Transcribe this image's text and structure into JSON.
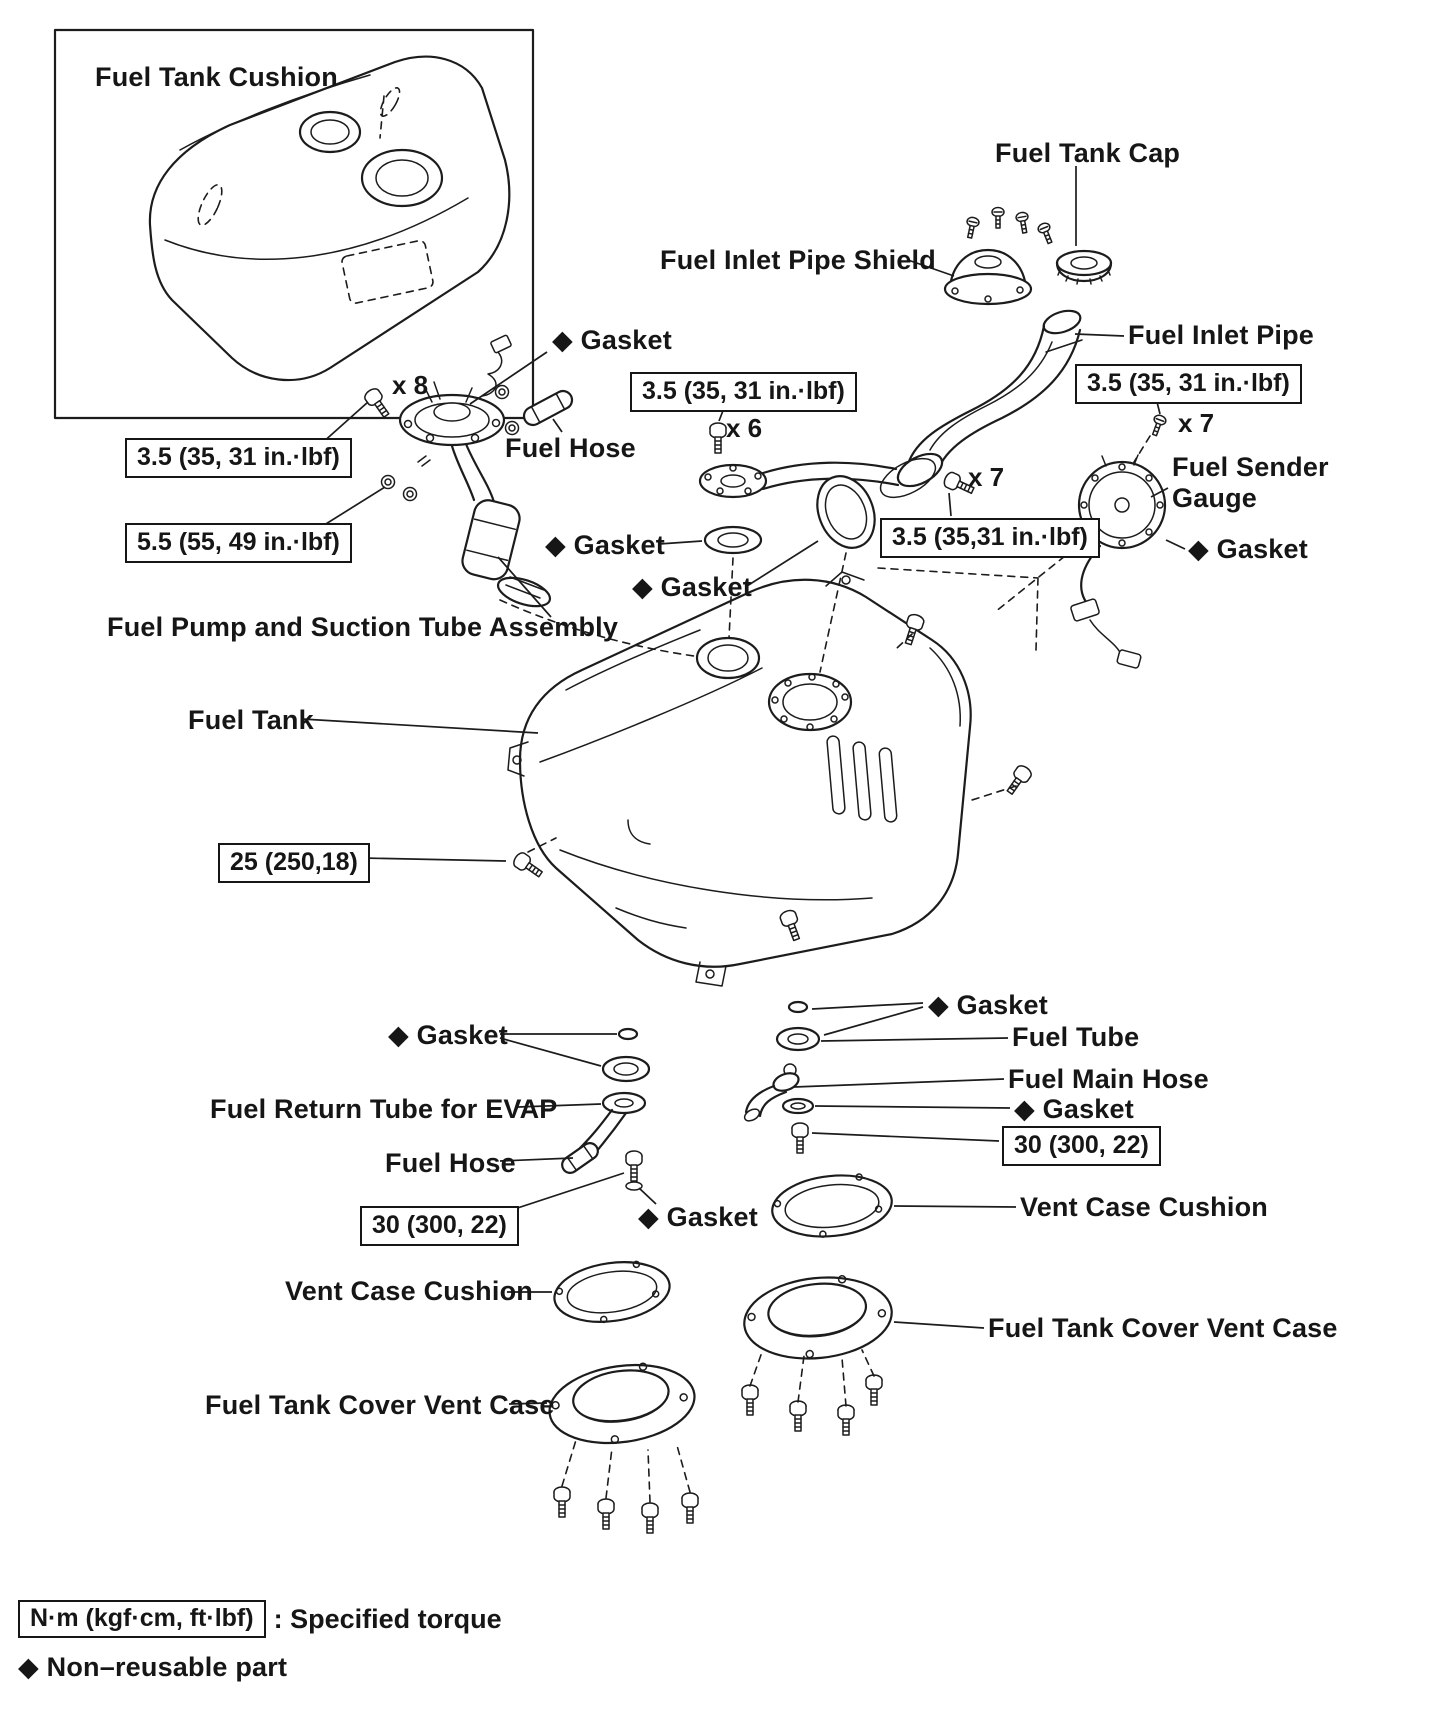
{
  "page": {
    "background": "#ffffff",
    "ink": "#1c1c1c"
  },
  "labels": {
    "fuel_tank_cushion": "Fuel Tank Cushion",
    "fuel_tank_cap": "Fuel Tank Cap",
    "fuel_inlet_pipe_shield": "Fuel Inlet Pipe Shield",
    "fuel_inlet_pipe": "Fuel Inlet Pipe",
    "fuel_sender_line1": "Fuel Sender",
    "fuel_sender_line2": "Gauge",
    "gasket": "◆ Gasket",
    "fuel_hose": "Fuel Hose",
    "fuel_pump_assembly": "Fuel Pump and Suction Tube Assembly",
    "fuel_tank": "Fuel Tank",
    "fuel_tube": "Fuel Tube",
    "fuel_main_hose": "Fuel Main Hose",
    "fuel_return_tube_evap": "Fuel Return Tube for EVAP",
    "vent_case_cushion": "Vent Case Cushion",
    "fuel_tank_cover_vent_case": "Fuel Tank Cover Vent Case"
  },
  "quantities": {
    "x8": "x 8",
    "x6": "x 6",
    "x7": "x 7"
  },
  "torques": {
    "t35": "3.5 (35, 31 in.·lbf)",
    "t35_mid": "3.5 (35,31 in.·lbf)",
    "t55": "5.5 (55, 49 in.·lbf)",
    "t25": "25 (250,18)",
    "t30": "30 (300, 22)"
  },
  "legend": {
    "torque_unit": "N·m (kgf·cm, ft·lbf)",
    "torque_meaning": ": Specified torque",
    "nonreusable": "◆ Non–reusable part"
  }
}
